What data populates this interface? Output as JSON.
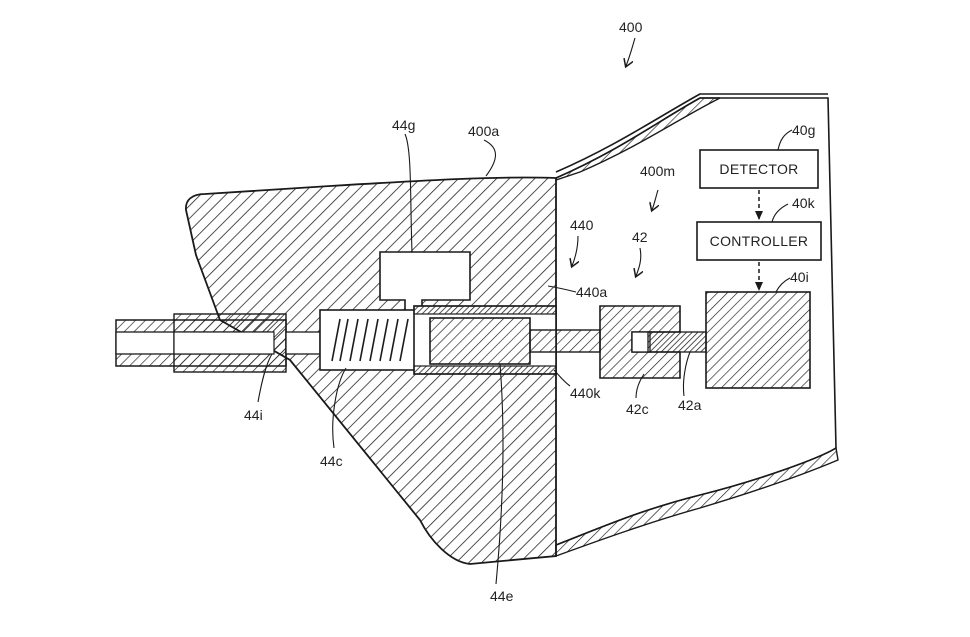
{
  "figure": {
    "ref_main": "400",
    "labels": {
      "g44": "44g",
      "a400": "400a",
      "m400": "400m",
      "g40": "40g",
      "k40": "40k",
      "i40": "40i",
      "n440": "440",
      "n42": "42",
      "a440": "440a",
      "i44": "44i",
      "c44": "44c",
      "e44": "44e",
      "k440": "440k",
      "c42": "42c",
      "a42": "42a"
    },
    "boxes": {
      "detector": "DETECTOR",
      "controller": "CONTROLLER"
    }
  },
  "colors": {
    "line": "#1a1a1a",
    "background": "#ffffff"
  }
}
